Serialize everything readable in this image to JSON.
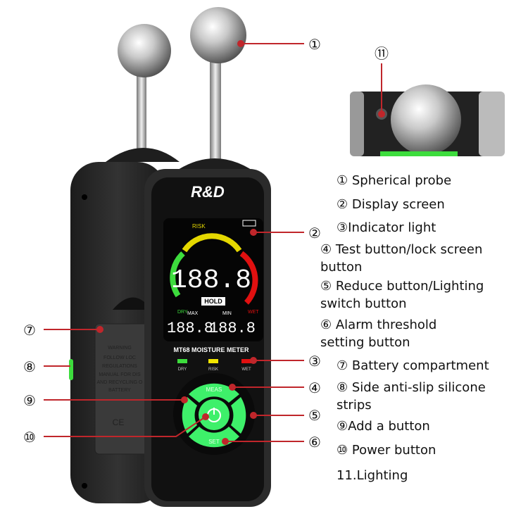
{
  "device": {
    "brand": "R&D",
    "model_label": "MT68 MOISTURE METER",
    "main_reading": "188.8",
    "hold_label": "HOLD",
    "max_label": "MAX",
    "min_label": "MIN",
    "max_reading": "188.8",
    "min_reading": "188.8",
    "risk_label": "RISK",
    "dry_label": "DRY",
    "wet_label": "WET",
    "indicators": [
      {
        "label": "DRY",
        "color": "#3ddc3d"
      },
      {
        "label": "RISK",
        "color": "#f2e600"
      },
      {
        "label": "WET",
        "color": "#e01010"
      }
    ],
    "buttons": {
      "meas": "MEAS",
      "set": "SET"
    },
    "back_warning": [
      "WARNING",
      "FOLLOW LOC",
      "REGULATIONS",
      "MANUAL FOR DIS",
      "AND RECYCLING O",
      "BATTERY"
    ],
    "ce_mark": "CE"
  },
  "callouts": [
    "①",
    "②",
    "③",
    "④",
    "⑤",
    "⑥",
    "⑦",
    "⑧",
    "⑨",
    "⑩",
    "⑪"
  ],
  "legend": [
    {
      "lines": [
        "① Spherical probe"
      ]
    },
    {
      "lines": [
        "② Display screen"
      ]
    },
    {
      "lines": [
        "③Indicator light"
      ]
    },
    {
      "lines": [
        "④ Test button/lock screen",
        "button"
      ]
    },
    {
      "lines": [
        "⑤ Reduce button/Lighting",
        "switch button"
      ]
    },
    {
      "lines": [
        "⑥ Alarm threshold",
        "setting button"
      ]
    },
    {
      "lines": [
        "⑦ Battery compartment"
      ]
    },
    {
      "lines": [
        "⑧ Side anti-slip silicone",
        "strips"
      ]
    },
    {
      "lines": [
        "⑨Add a button"
      ]
    },
    {
      "lines": [
        "⑩ Power button"
      ]
    },
    {
      "lines": [
        "11.Lighting"
      ]
    }
  ],
  "colors": {
    "leader_line": "#c0262b",
    "button_green": "#3ef06a",
    "body": "#2a2a2a"
  }
}
